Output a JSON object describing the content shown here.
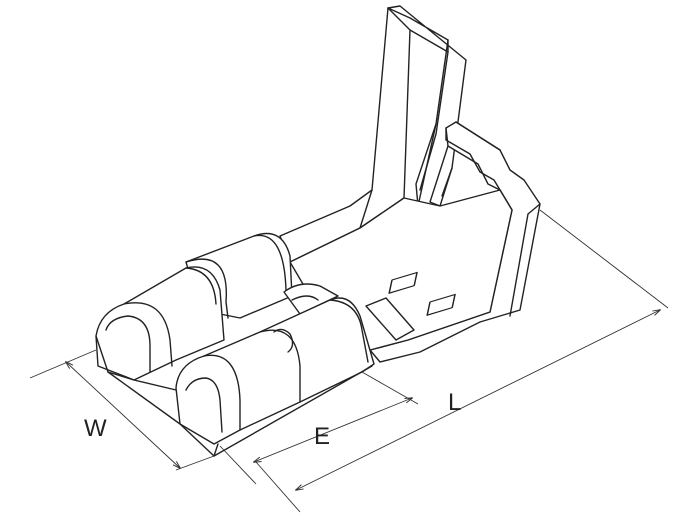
{
  "dimensions": {
    "width_label": "W",
    "engage_label": "E",
    "length_label": "L"
  },
  "colors": {
    "line": "#222222",
    "background": "#ffffff"
  }
}
